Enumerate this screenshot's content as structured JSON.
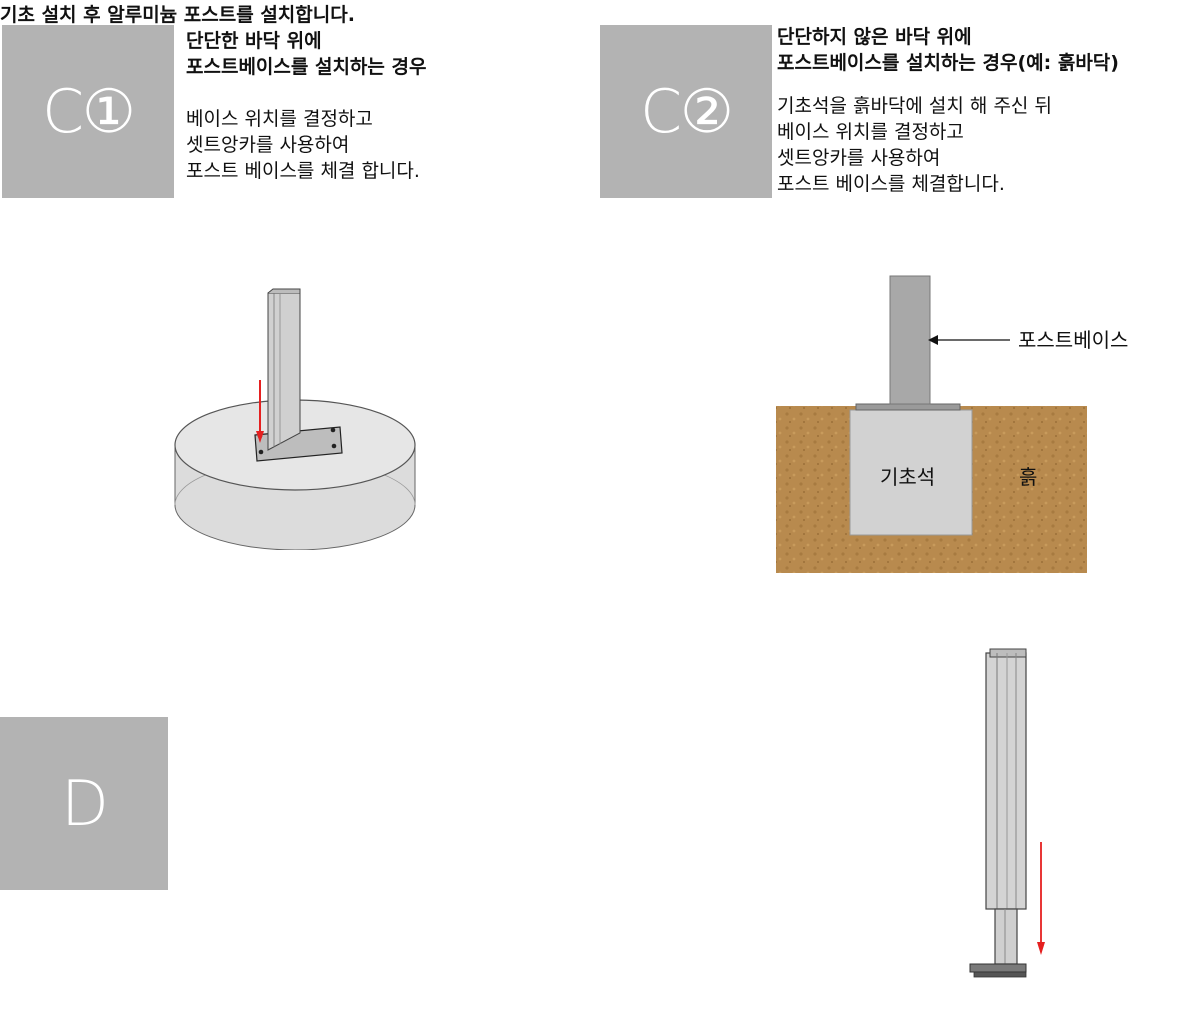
{
  "section_c1": {
    "badge": "C①",
    "title_lines": [
      "단단한 바닥 위에",
      "포스트베이스를 설치하는 경우"
    ],
    "body_lines": [
      "베이스 위치를 결정하고",
      "셋트앙카를 사용하여",
      "포스트 베이스를 체결 합니다."
    ]
  },
  "section_c2": {
    "badge": "C②",
    "title_lines": [
      "단단하지 않은 바닥 위에",
      "포스트베이스를 설치하는 경우(예: 흙바닥)"
    ],
    "body_lines": [
      "기초석을 흙바닥에 설치 해 주신 뒤",
      "베이스 위치를 결정하고",
      "셋트앙카를 사용하여",
      "포스트 베이스를 체결합니다."
    ]
  },
  "section_d": {
    "badge": "D",
    "text": "기초 설치 후 알루미늄 포스트를 설치합니다."
  },
  "diagram_c2": {
    "post_label": "포스트베이스",
    "stone_label": "기초석",
    "soil_label": "흙"
  },
  "colors": {
    "badge": "#b3b3b3",
    "arrow_red": "#e52020",
    "soil": "#b88a4e",
    "stone": "#d2d2d2",
    "post": "#a8a8a8"
  }
}
